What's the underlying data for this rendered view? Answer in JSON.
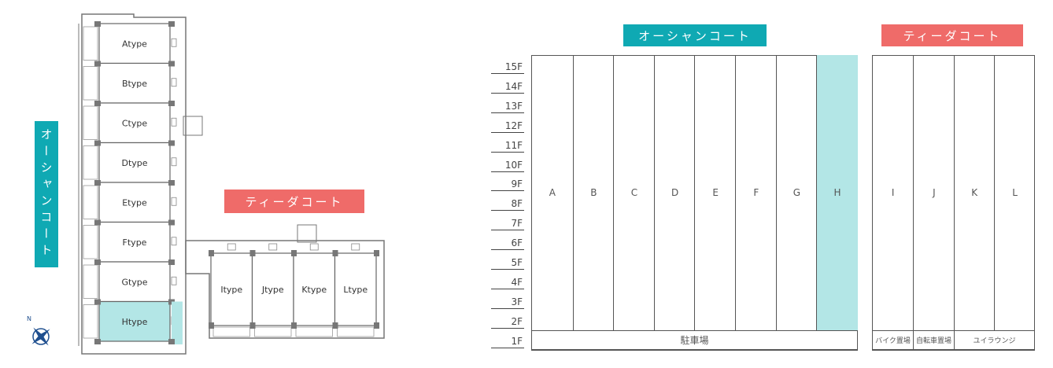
{
  "labels": {
    "ocean_court": "オーシャンコート",
    "tida_court": "ティーダコート"
  },
  "plan": {
    "ocean_units": [
      "Atype",
      "Btype",
      "Ctype",
      "Dtype",
      "Etype",
      "Ftype",
      "Gtype",
      "Htype"
    ],
    "tida_units": [
      "Itype",
      "Jtype",
      "Ktype",
      "Ltype"
    ],
    "highlighted_unit": "Htype",
    "compass": {
      "north_label": "N",
      "icon": "compass-rose-icon"
    }
  },
  "elevation": {
    "floors": [
      "15F",
      "14F",
      "13F",
      "12F",
      "11F",
      "10F",
      "9F",
      "8F",
      "7F",
      "6F",
      "5F",
      "4F",
      "3F",
      "2F",
      "1F"
    ],
    "ocean_columns": [
      "A",
      "B",
      "C",
      "D",
      "E",
      "F",
      "G",
      "H"
    ],
    "tida_columns": [
      "I",
      "J",
      "K",
      "L"
    ],
    "highlighted_column": "H",
    "ground_ocean": "駐車場",
    "ground_tida": [
      "バイク置場",
      "自転車置場",
      "ユイラウンジ"
    ]
  },
  "colors": {
    "teal": "#0fa9b3",
    "coral": "#ef6b69",
    "highlight": "#b3e6e6",
    "line": "#555555"
  }
}
